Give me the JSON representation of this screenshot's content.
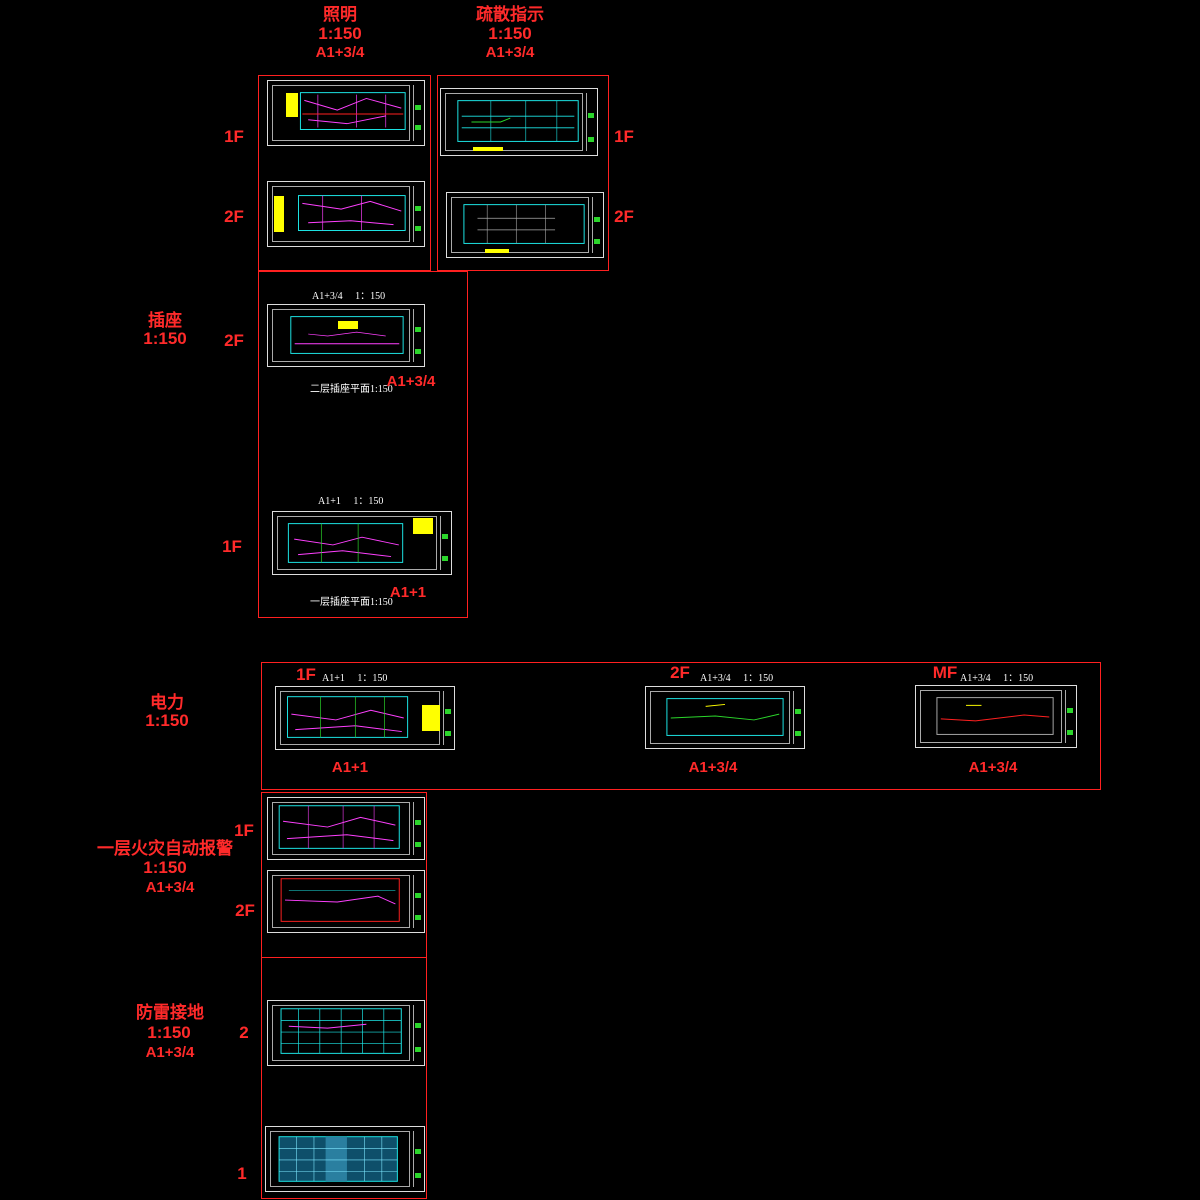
{
  "sections": {
    "lighting": {
      "title": "照明",
      "scale": "1:150",
      "size": "A1+3/4"
    },
    "evac": {
      "title": "疏散指示",
      "scale": "1:150",
      "size": "A1+3/4"
    },
    "socket": {
      "title": "插座",
      "scale": "1:150"
    },
    "power": {
      "title": "电力",
      "scale": "1:150"
    },
    "fire": {
      "title": "一层火灾自动报警",
      "scale": "1:150",
      "size": "A1+3/4"
    },
    "lightning": {
      "title": "防雷接地",
      "scale": "1:150",
      "size": "A1+3/4"
    }
  },
  "floors": {
    "f1": "1F",
    "f2": "2F",
    "mf": "MF",
    "n1": "1",
    "n2": "2"
  },
  "socket_sheets": {
    "s2_header": "A1+3/4　 1：150",
    "s2_caption": "二层插座平面1:150",
    "s2_size": "A1+3/4",
    "s1_header": "A1+1　 1：150",
    "s1_caption": "一层插座平面1:150",
    "s1_size": "A1+1"
  },
  "power_sheets": {
    "p1_header": "A1+1　 1：150",
    "p1_size": "A1+1",
    "p2_header": "A1+3/4　 1：150",
    "p2_size": "A1+3/4",
    "pm_header": "A1+3/4　 1：150",
    "pm_size": "A1+3/4"
  },
  "colors": {
    "label_red": "#ff2a2a",
    "frame_red": "#ff2020",
    "drawing_cyan": "#1de8e8",
    "drawing_magenta": "#ff40ff",
    "drawing_yellow": "#ffff00",
    "titleblock_green": "#2bd62b"
  }
}
